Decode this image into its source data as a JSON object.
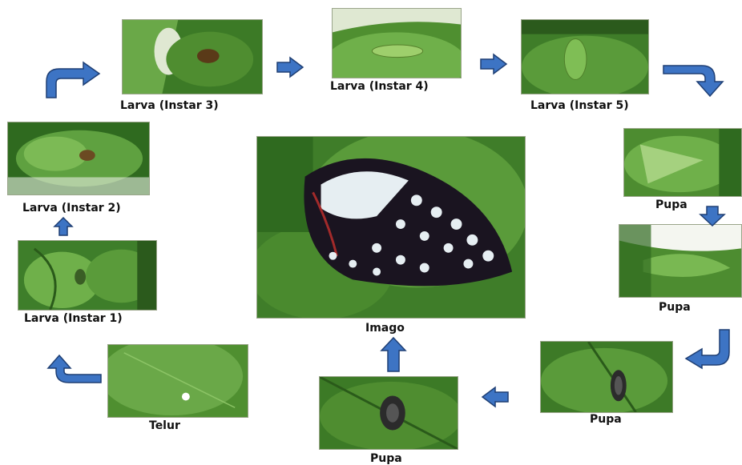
{
  "stages": {
    "instar1": {
      "label": "Larva (Instar 1)"
    },
    "instar2": {
      "label": "Larva (Instar 2)"
    },
    "instar3": {
      "label": "Larva (Instar 3)"
    },
    "instar4": {
      "label": "Larva (Instar 4)"
    },
    "instar5": {
      "label": "Larva (Instar 5)"
    },
    "pupa1": {
      "label": "Pupa"
    },
    "pupa2": {
      "label": "Pupa"
    },
    "pupa3": {
      "label": "Pupa"
    },
    "pupa4": {
      "label": "Pupa"
    },
    "imago": {
      "label": "Imago"
    },
    "egg": {
      "label": "Telur"
    }
  },
  "colors": {
    "arrow_fill": "#3d74c4",
    "arrow_stroke": "#1f3f74",
    "leaf_dark": "#2f6a1f",
    "leaf_mid": "#5a9b3a",
    "leaf_light": "#8cc466"
  }
}
